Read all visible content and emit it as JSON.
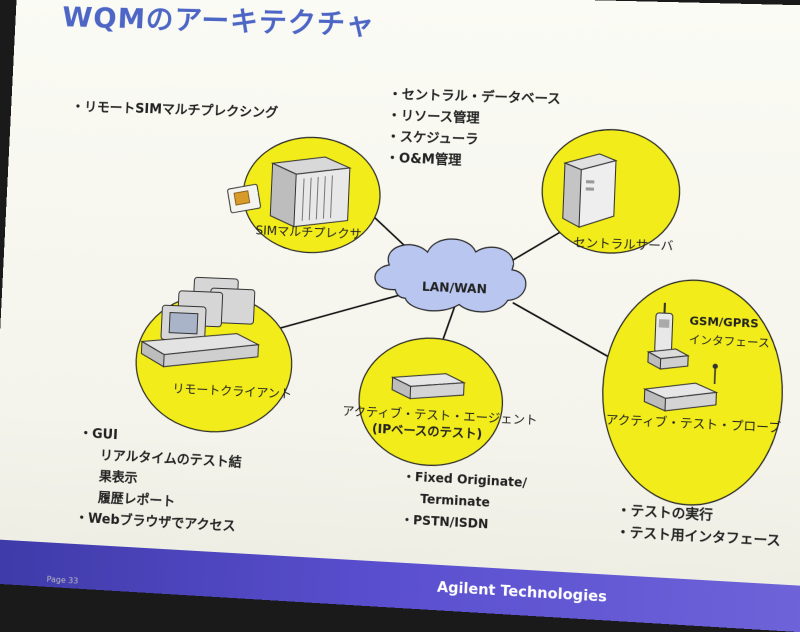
{
  "title": "WQMのアーキテクチャ",
  "bullets": {
    "sim": [
      "リモートSIMマルチプレクシング"
    ],
    "server": [
      "セントラル・データベース",
      "リソース管理",
      "スケジューラ",
      "O&M管理"
    ],
    "client": {
      "items": [
        "GUI",
        "Webブラウザでアクセス"
      ],
      "subitems": [
        "リアルタイムのテスト結",
        "果表示",
        "履歴レポート"
      ]
    },
    "agent": {
      "items": [
        "Fixed Originate/",
        "PSTN/ISDN"
      ],
      "cont": "Terminate"
    },
    "probe": [
      "テストの実行",
      "テスト用インタフェース"
    ]
  },
  "nodes": {
    "network": "LAN/WAN",
    "sim_mux": "SIMマルチプレクサ",
    "central_server": "セントラルサーバ",
    "remote_client": "リモートクライアント",
    "agent_line1": "アクティブ・テスト・エージェント",
    "agent_line2": "(IPベースのテスト)",
    "probe": "アクティブ・テスト・プローブ",
    "gsm_line1": "GSM/GPRS",
    "gsm_line2": "インタフェース"
  },
  "footer": {
    "brand": "Agilent Technologies",
    "page": "Page 33"
  },
  "colors": {
    "title": "#4d66c6",
    "node_fill": "#f2ec1a",
    "cloud": "#b9c7f0",
    "footer": "#4a43bd"
  }
}
